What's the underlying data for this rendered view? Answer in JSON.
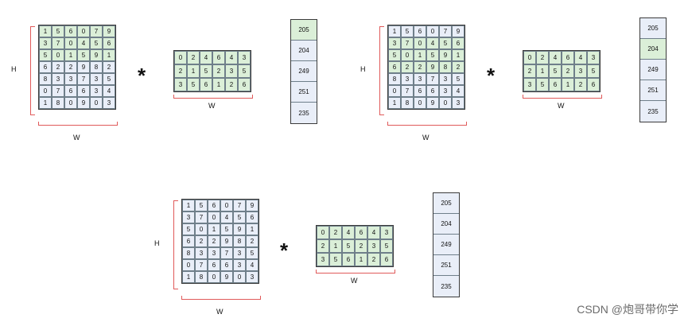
{
  "input_matrix": [
    [
      "1",
      "5",
      "6",
      "0",
      "7",
      "9"
    ],
    [
      "3",
      "7",
      "0",
      "4",
      "5",
      "6"
    ],
    [
      "5",
      "0",
      "1",
      "5",
      "9",
      "1"
    ],
    [
      "6",
      "2",
      "2",
      "9",
      "8",
      "2"
    ],
    [
      "8",
      "3",
      "3",
      "7",
      "3",
      "5"
    ],
    [
      "0",
      "7",
      "6",
      "6",
      "3",
      "4"
    ],
    [
      "1",
      "8",
      "0",
      "9",
      "0",
      "3"
    ]
  ],
  "kernel": [
    [
      "0",
      "2",
      "4",
      "6",
      "4",
      "3"
    ],
    [
      "2",
      "1",
      "5",
      "2",
      "3",
      "5"
    ],
    [
      "3",
      "5",
      "6",
      "1",
      "2",
      "6"
    ]
  ],
  "output": [
    "205",
    "204",
    "249",
    "251",
    "235"
  ],
  "labels": {
    "h": "H",
    "w": "W",
    "op": "*"
  },
  "watermark": "CSDN @炮哥带你学"
}
